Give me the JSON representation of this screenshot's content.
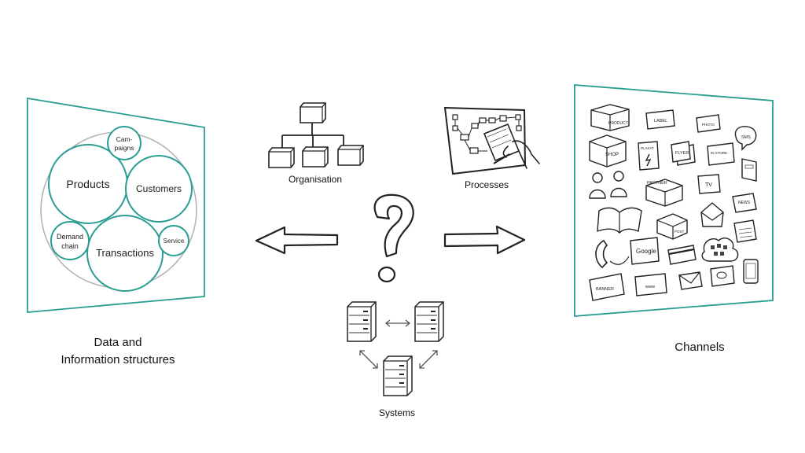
{
  "colors": {
    "accent": "#2a9d93",
    "ink": "#222222",
    "outer_circle": "#b5b5b5",
    "background": "#ffffff"
  },
  "data_panel": {
    "caption_line1": "Data and",
    "caption_line2": "Information structures",
    "circles": {
      "products": "Products",
      "customers": "Customers",
      "transactions": "Transactions",
      "campaigns_line1": "Cam-",
      "campaigns_line2": "paigns",
      "demand_line1": "Demand",
      "demand_line2": "chain",
      "service": "Service"
    }
  },
  "center": {
    "organisation": "Organisation",
    "processes": "Processes",
    "systems": "Systems",
    "question_mark": "?",
    "icons": [
      "org-chart-icon",
      "process-board-icon",
      "question-mark-icon",
      "server-icon",
      "double-arrow-icon",
      "arrow-left-icon",
      "arrow-right-icon"
    ]
  },
  "channels_panel": {
    "caption": "Channels",
    "labels": {
      "product": "PRODUCT",
      "label": "LABEL",
      "photo": "PHOTO",
      "sms": "SMS",
      "shop": "SHOP",
      "plakat": "PLAKAT",
      "flyer": "FLYER",
      "in_store": "IN STORE",
      "partner": "PARTNER",
      "tv": "TV",
      "news": "NEWS",
      "post": "POST",
      "google": "Google",
      "banner": "BANNER",
      "www": "www"
    }
  }
}
